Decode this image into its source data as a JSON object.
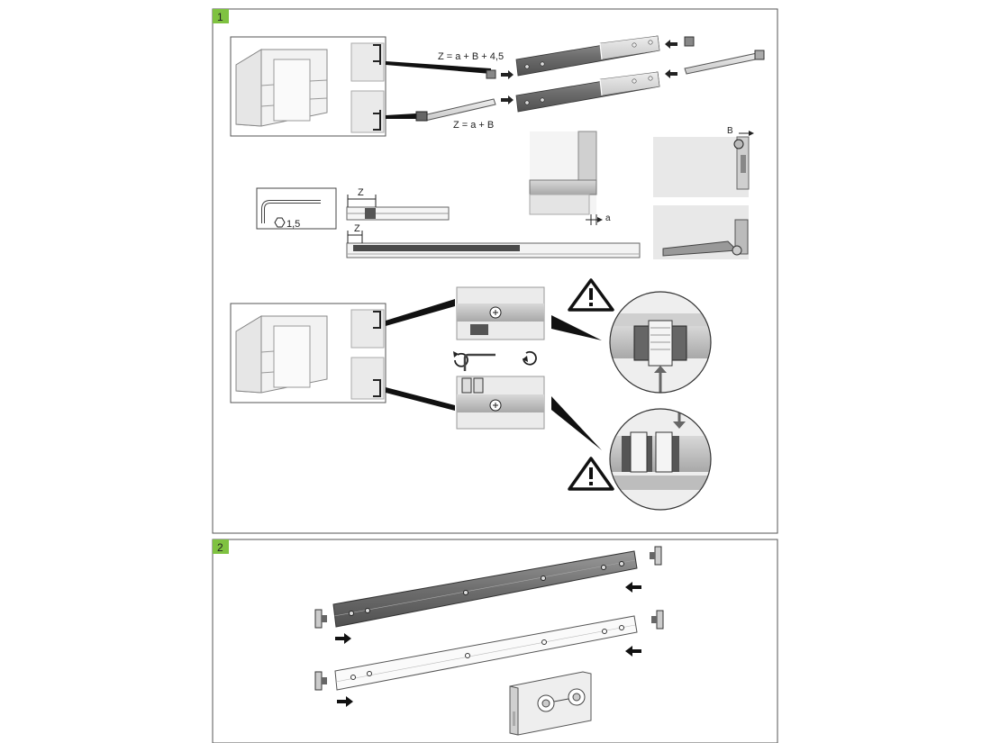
{
  "steps": [
    {
      "number": "1",
      "badge_color": "#7fc241"
    },
    {
      "number": "2",
      "badge_color": "#7fc241"
    }
  ],
  "formulas": {
    "upper": "Z = a + B + 4,5",
    "lower": "Z = a + B"
  },
  "labels": {
    "a": "a",
    "b": "B",
    "z_top": "Z",
    "z_bottom": "Z"
  },
  "tool": {
    "name": "hex-key",
    "size": "1,5"
  },
  "icons": [
    "warning-icon",
    "rotate-counterclockwise-icon",
    "rotate-clockwise-icon",
    "arrow-icon",
    "hex-key-icon"
  ]
}
